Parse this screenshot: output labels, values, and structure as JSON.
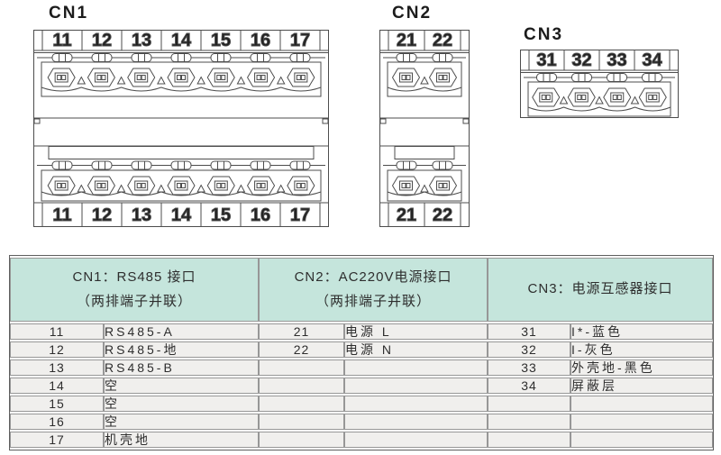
{
  "diagram": {
    "connectors": [
      {
        "id": "cn1",
        "label": "CN1",
        "double_row": true,
        "terminals": [
          "11",
          "12",
          "13",
          "14",
          "15",
          "16",
          "17"
        ]
      },
      {
        "id": "cn2",
        "label": "CN2",
        "double_row": true,
        "terminals": [
          "21",
          "22"
        ]
      },
      {
        "id": "cn3",
        "label": "CN3",
        "double_row": false,
        "terminals": [
          "31",
          "32",
          "33",
          "34"
        ]
      }
    ]
  },
  "pin_table": {
    "row_count": 7,
    "sections": [
      {
        "id": "cn1",
        "title": "CN1：RS485 接口",
        "subtitle": "（两排端子并联）",
        "pins": [
          {
            "no": "11",
            "desc": "RS485-A"
          },
          {
            "no": "12",
            "desc": "RS485-地"
          },
          {
            "no": "13",
            "desc": "RS485-B"
          },
          {
            "no": "14",
            "desc": "空"
          },
          {
            "no": "15",
            "desc": "空"
          },
          {
            "no": "16",
            "desc": "空"
          },
          {
            "no": "17",
            "desc": "机壳地"
          }
        ]
      },
      {
        "id": "cn2",
        "title": "CN2：AC220V电源接口",
        "subtitle": "（两排端子并联）",
        "pins": [
          {
            "no": "21",
            "desc": "电源 L"
          },
          {
            "no": "22",
            "desc": "电源 N"
          }
        ]
      },
      {
        "id": "cn3",
        "title": "CN3：电源互感器接口",
        "subtitle": "",
        "pins": [
          {
            "no": "31",
            "desc": "I*-蓝色"
          },
          {
            "no": "32",
            "desc": "I-灰色"
          },
          {
            "no": "33",
            "desc": "外壳地-黑色"
          },
          {
            "no": "34",
            "desc": "屏蔽层"
          }
        ]
      }
    ]
  },
  "colors": {
    "header_bg": "#c5e5dc",
    "cell_bg": "#f0efed",
    "grid_line": "#979797",
    "outer_border": "#5f5f5f",
    "text": "#2e2e2e",
    "drawing_line": "#4d4d4d",
    "terminal_number": "#1f1f1f"
  }
}
